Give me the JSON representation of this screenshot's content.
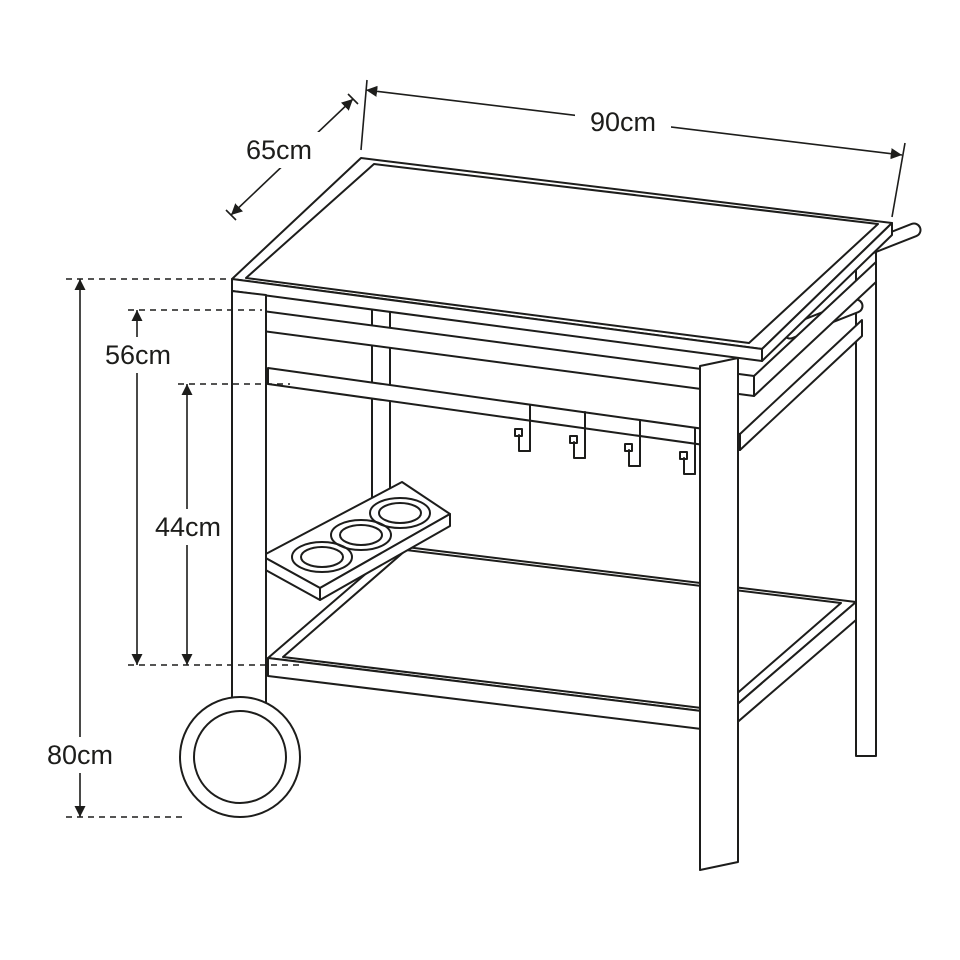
{
  "diagram": {
    "subject": "Serving trolley technical line drawing with dimension annotations",
    "colors": {
      "line": "#1d1d1b",
      "background": "#ffffff"
    },
    "dimensions": {
      "width": {
        "label": "90cm"
      },
      "depth": {
        "label": "65cm"
      },
      "top_to_shelf": {
        "label": "56cm"
      },
      "rail_to_shelf": {
        "label": "44cm"
      },
      "height": {
        "label": "80cm"
      }
    }
  }
}
